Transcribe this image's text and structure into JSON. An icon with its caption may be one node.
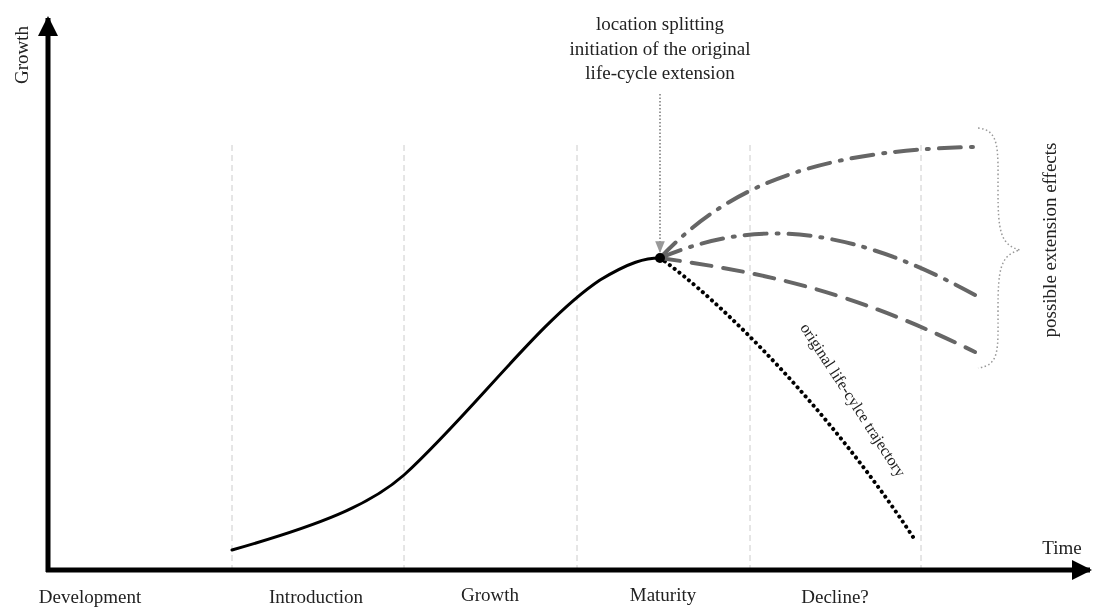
{
  "diagram": {
    "nodes": [
      {
        "text": [
          "location splitting initiation of the original life-cycle extension"
        ]
      },
      {
        "text": [],
        "shape": "circle"
      }
    ],
    "edges": [
      {
        "from": 0,
        "to": 1,
        "arrow": "to",
        "style": "dashed",
        "color": "#999999"
      }
    ],
    "labels": [
      "Growth",
      "Time",
      "Development",
      "Introduction",
      "Growth",
      "Maturity",
      "Decline?",
      "original life-cylce trajectory",
      "possible extension effects"
    ]
  }
}
